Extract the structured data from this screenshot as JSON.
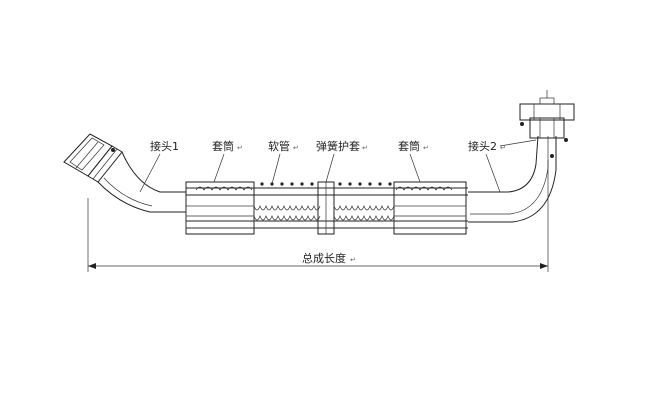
{
  "diagram": {
    "labels": {
      "fitting1": "接头1",
      "sleeve1": "套筒",
      "hose": "软管",
      "spring_guard": "弹簧护套",
      "sleeve2": "套筒",
      "fitting2": "接头2",
      "overall_length": "总成长度"
    },
    "paragraph_mark": "↵"
  }
}
